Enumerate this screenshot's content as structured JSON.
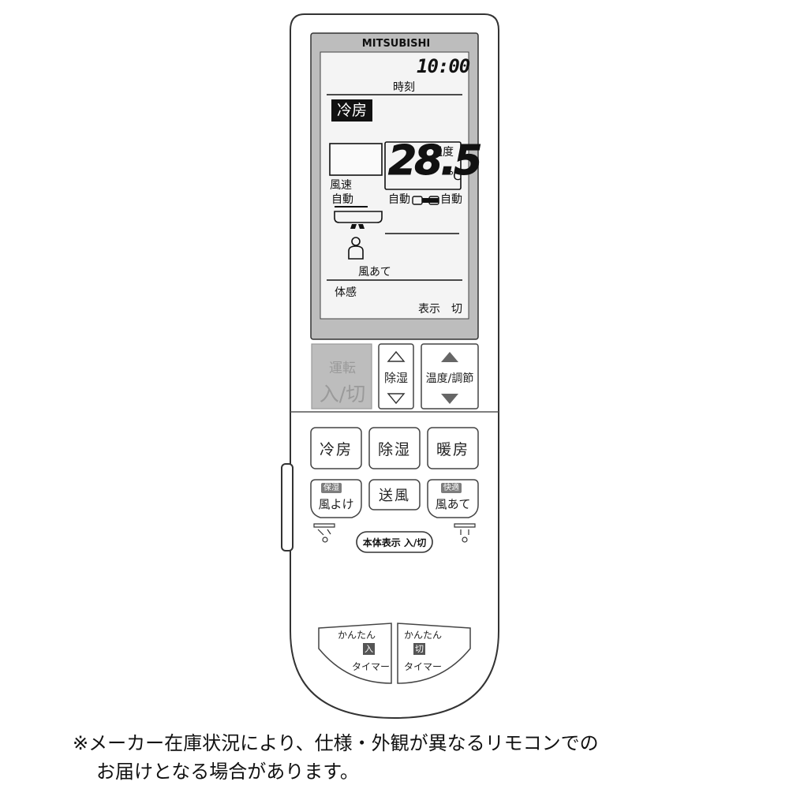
{
  "brand": "MITSUBISHI",
  "display": {
    "clock": "10:00",
    "clock_label": "時刻",
    "mode": "冷房",
    "temp_label": "温度",
    "temperature": "28.5",
    "temp_unit": "℃",
    "fan_speed_label": "風速",
    "fan_speed_value": "自動",
    "vane_setting": "自動",
    "vane_setting_right": "自動",
    "wind_direct_label": "風あて",
    "body_feel_label": "体感",
    "display_off_label": "表示　切"
  },
  "buttons": {
    "run_top": "運転",
    "run_bottom": "入/切",
    "dehumidify": "除湿",
    "temperature": "温度/調節",
    "cool": "冷房",
    "dry": "除湿",
    "heat": "暖房",
    "avoid_badge": "保湿",
    "avoid": "風よけ",
    "fan": "送風",
    "direct_badge": "快適",
    "direct": "風あて",
    "unit_display": "本体表示 入/切",
    "timer_on_top": "かんたん",
    "timer_on_mark": "入",
    "timer_on_bottom": "タイマー",
    "timer_off_top": "かんたん",
    "timer_off_mark": "切",
    "timer_off_bottom": "タイマー"
  },
  "caption": {
    "line1": "※メーカー在庫状況により、仕様・外観が異なるリモコンでの",
    "line2": "お届けとなる場合があります。"
  }
}
